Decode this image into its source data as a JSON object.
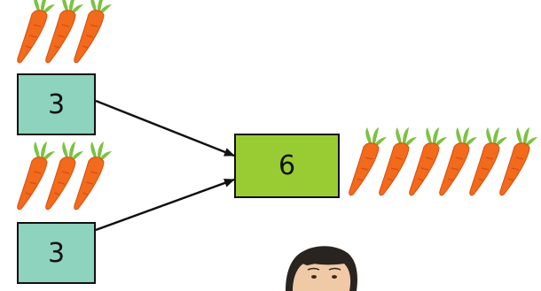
{
  "diagram": {
    "top_box": {
      "value": "3",
      "carrot_count": 3
    },
    "bottom_box": {
      "value": "3",
      "carrot_count": 3
    },
    "sum_box": {
      "value": "6",
      "carrot_count": 6
    }
  },
  "colors": {
    "addend_box_fill": "#8dd3bd",
    "sum_box_fill": "#99cc33",
    "carrot": "#f26a1c",
    "carrot_shade": "#d94e0c",
    "carrot_leaf": "#7cc242",
    "arrow": "#111111",
    "skin": "#f0c9a6",
    "hair": "#2a2420"
  }
}
